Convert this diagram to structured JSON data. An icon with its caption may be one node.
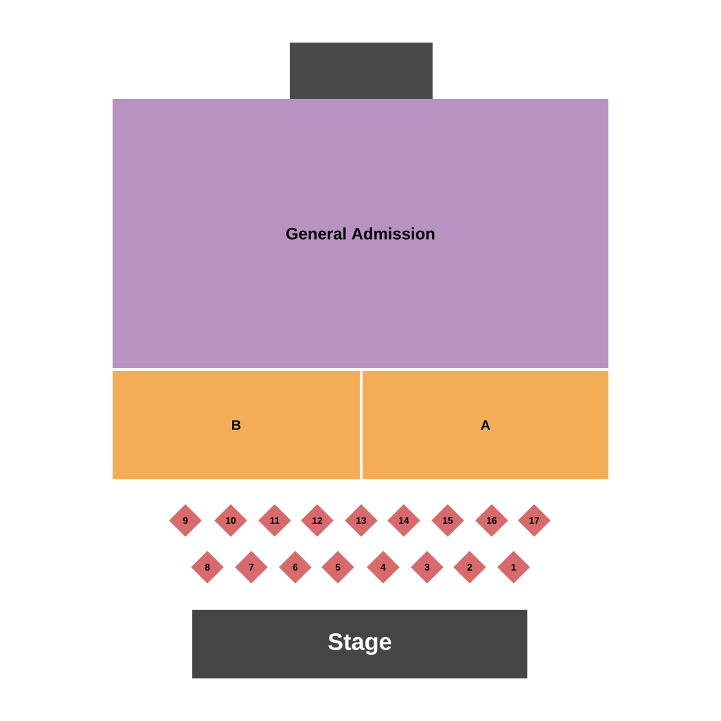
{
  "diagram": {
    "nodes": [
      {
        "text": [],
        "shape": "box"
      },
      {
        "text": [
          "General Admission"
        ]
      },
      {
        "text": [
          "B"
        ]
      },
      {
        "text": [
          "A"
        ]
      },
      {
        "text": [
          "9"
        ]
      },
      {
        "text": [
          "10"
        ]
      },
      {
        "text": [
          "11"
        ]
      },
      {
        "text": [
          "12"
        ]
      },
      {
        "text": [
          "13"
        ]
      },
      {
        "text": [
          "14"
        ]
      },
      {
        "text": [
          "15"
        ]
      },
      {
        "text": [
          "16"
        ]
      },
      {
        "text": [
          "17"
        ]
      },
      {
        "text": [
          "8"
        ]
      },
      {
        "text": [
          "7"
        ]
      },
      {
        "text": [
          "6"
        ]
      },
      {
        "text": [
          "5"
        ]
      },
      {
        "text": [
          "4"
        ]
      },
      {
        "text": [
          "3"
        ]
      },
      {
        "text": [
          "2"
        ]
      },
      {
        "text": [
          "1"
        ]
      },
      {
        "text": [
          "Stage"
        ]
      }
    ]
  }
}
